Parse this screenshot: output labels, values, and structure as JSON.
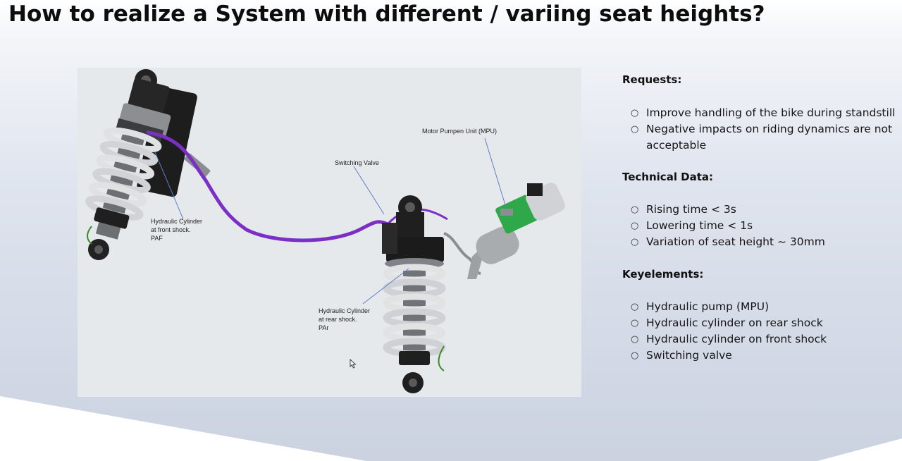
{
  "slide": {
    "title": "How to realize a System with different / variing seat heights?"
  },
  "figure": {
    "callouts": {
      "mpu": "Motor Pumpen Unit (MPU)",
      "switching_valve": "Switching Valve",
      "front_cylinder": "Hydraulic Cylinder\nat front shock.\nPAF",
      "rear_cylinder": "Hydraulic Cylinder\nat rear shock.\nPAr"
    },
    "colors": {
      "hose": "#7b2fc4",
      "mpu_green": "#2fa84a",
      "spring": "#d9dadc",
      "body": "#1c1c1c"
    }
  },
  "panel": {
    "requests": {
      "heading": "Requests:",
      "items": [
        "Improve handling of the bike during standstill",
        "Negative impacts on riding dynamics are not acceptable"
      ]
    },
    "technical": {
      "heading": "Technical Data:",
      "items": [
        "Rising time < 3s",
        "Lowering time < 1s",
        "Variation of seat height ~ 30mm"
      ]
    },
    "keyelements": {
      "heading": "Keyelements:",
      "items": [
        "Hydraulic pump (MPU)",
        "Hydraulic cylinder on rear shock",
        "Hydraulic cylinder on front shock",
        "Switching valve"
      ]
    },
    "bullet": "○"
  }
}
